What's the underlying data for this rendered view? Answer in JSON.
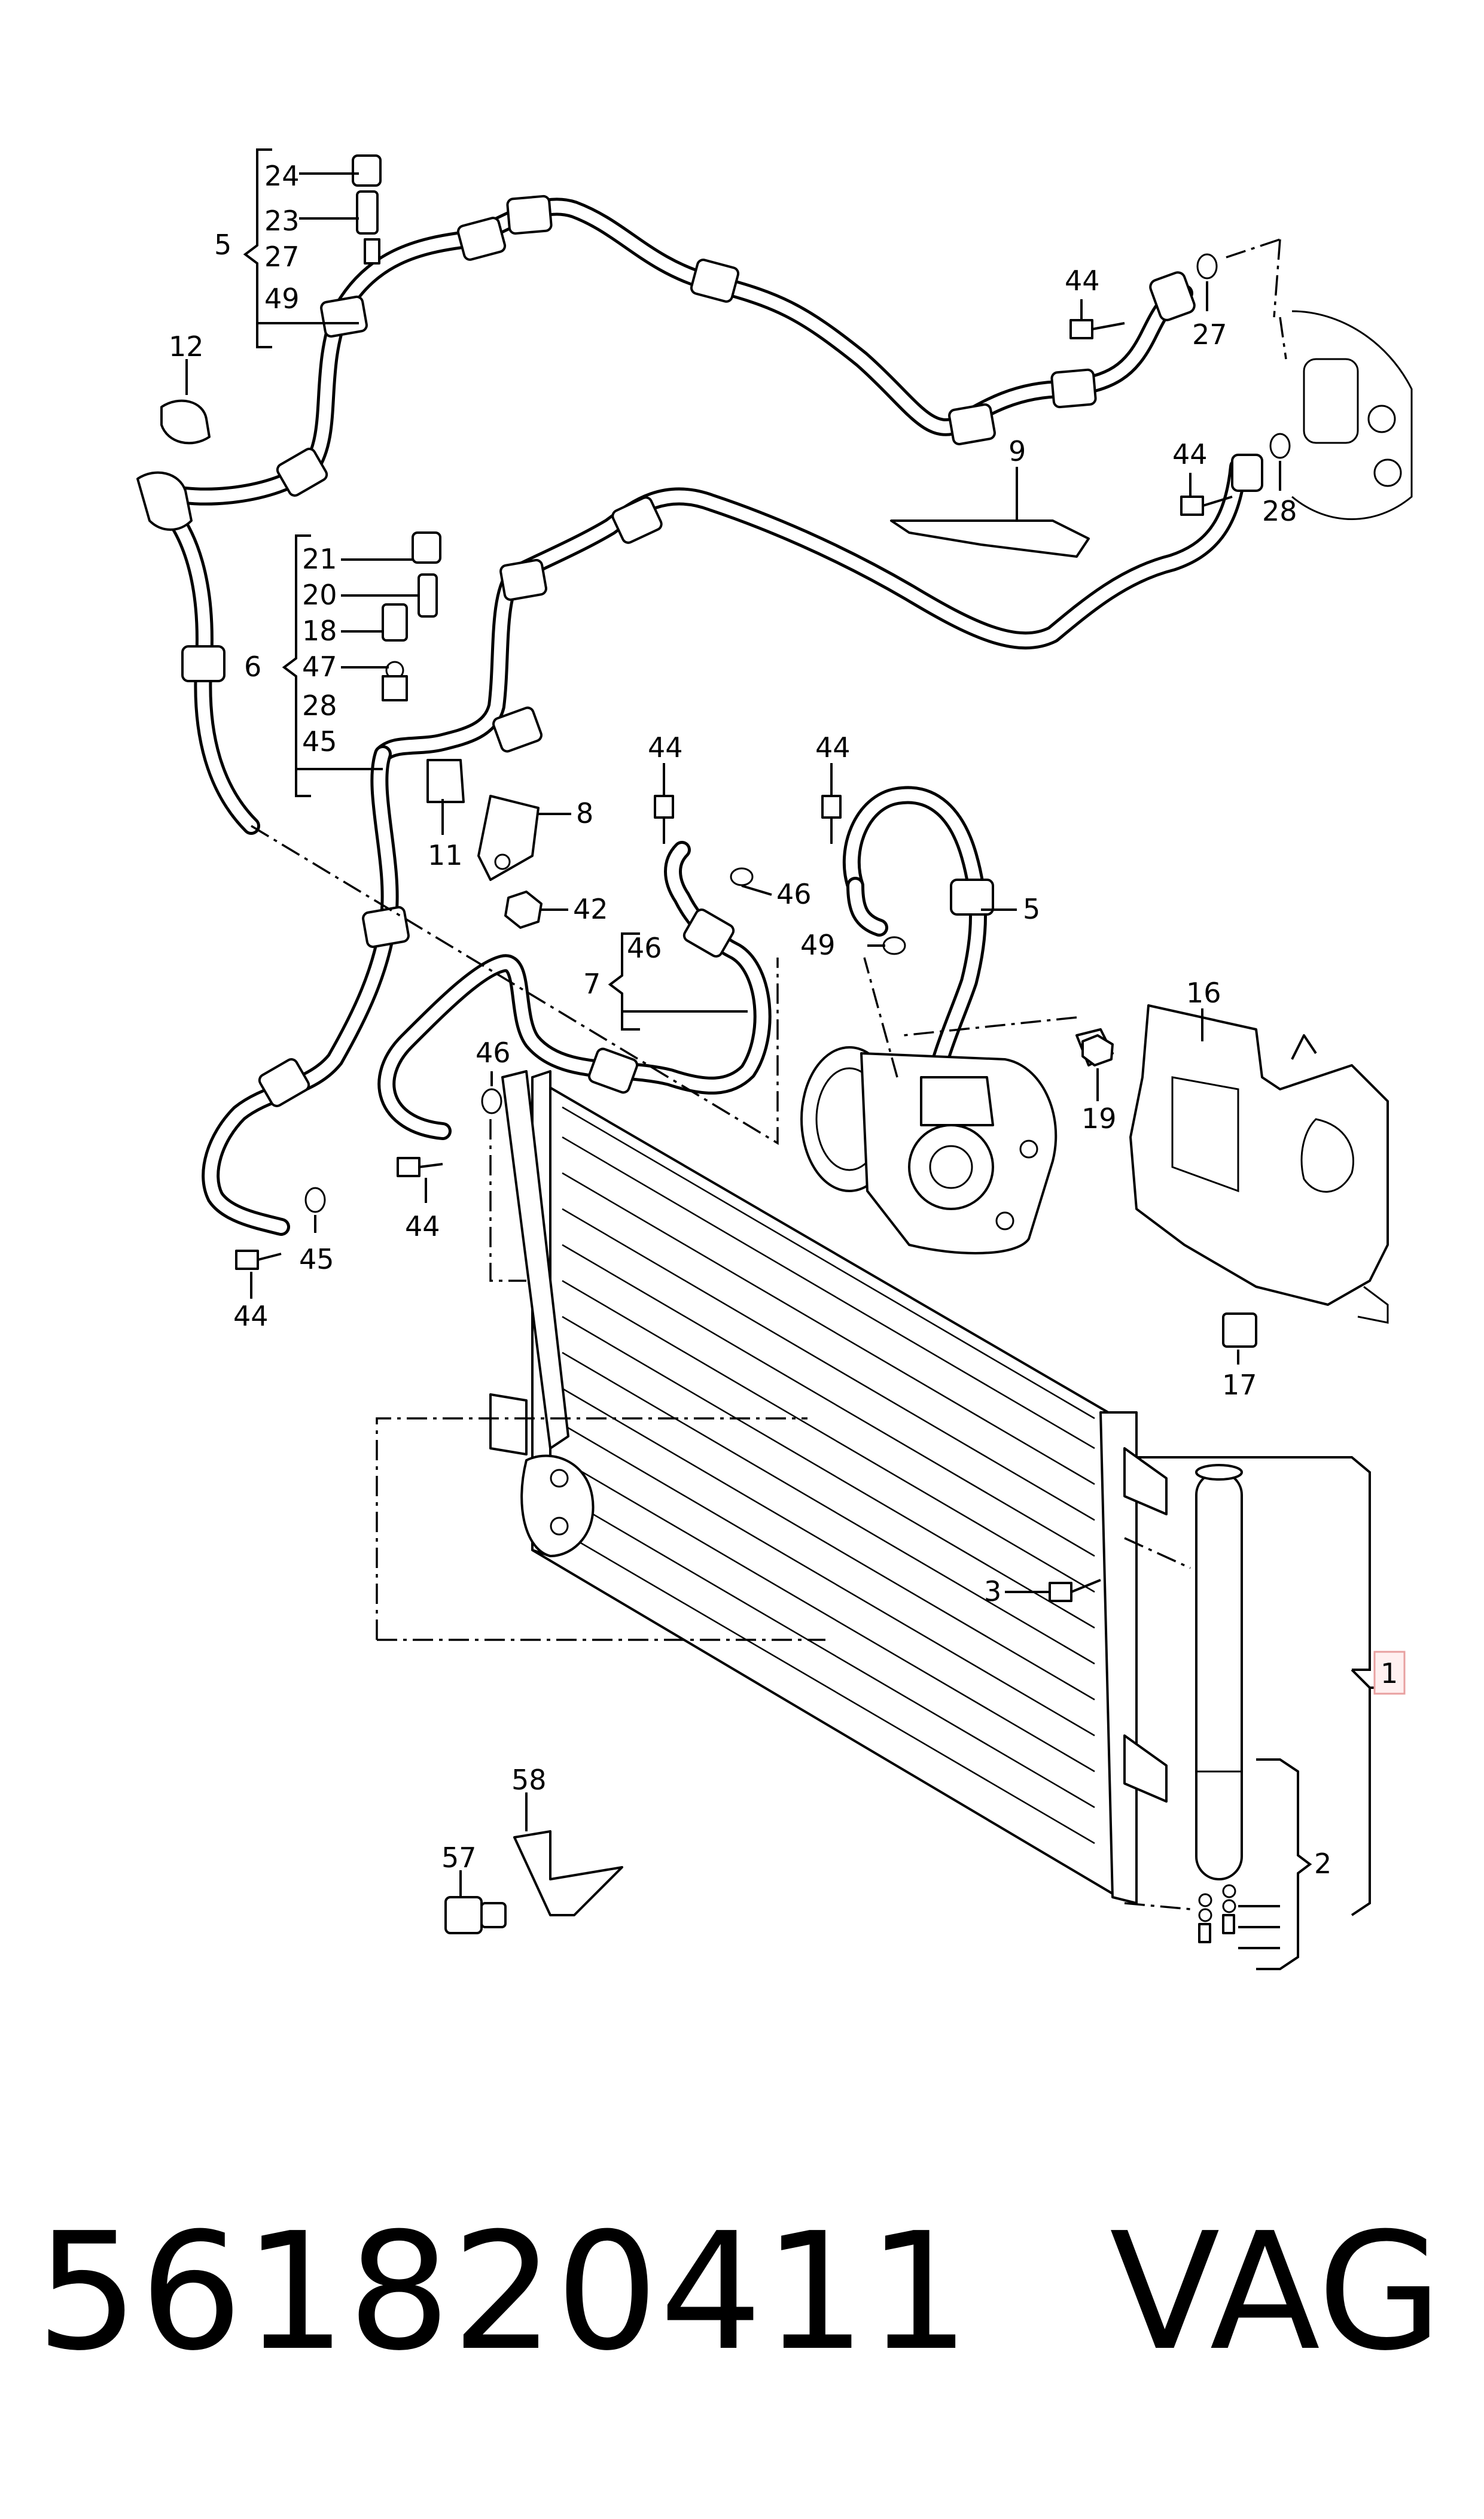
{
  "callouts": {
    "c24": "24",
    "c23": "23",
    "c5a": "5",
    "c27a": "27",
    "c49a": "49",
    "c12": "12",
    "c21": "21",
    "c20": "20",
    "c18": "18",
    "c6": "6",
    "c47": "47",
    "c28a": "28",
    "c45a": "45",
    "c11": "11",
    "c8": "8",
    "c42": "42",
    "c44a": "44",
    "c44b": "44",
    "c46a": "46",
    "c46b": "46",
    "c5b": "5",
    "c49b": "49",
    "c7": "7",
    "c46c": "46",
    "c44c": "44",
    "c45b": "45",
    "c44d": "44",
    "c44e": "44",
    "c27b": "27",
    "c9": "9",
    "c44f": "44",
    "c28b": "28",
    "c16": "16",
    "c19": "19",
    "c17": "17",
    "c3": "3",
    "c1": "1",
    "c2": "2",
    "c58": "58",
    "c57": "57"
  },
  "footer": {
    "part_number": "561820411",
    "brand": "VAG"
  }
}
